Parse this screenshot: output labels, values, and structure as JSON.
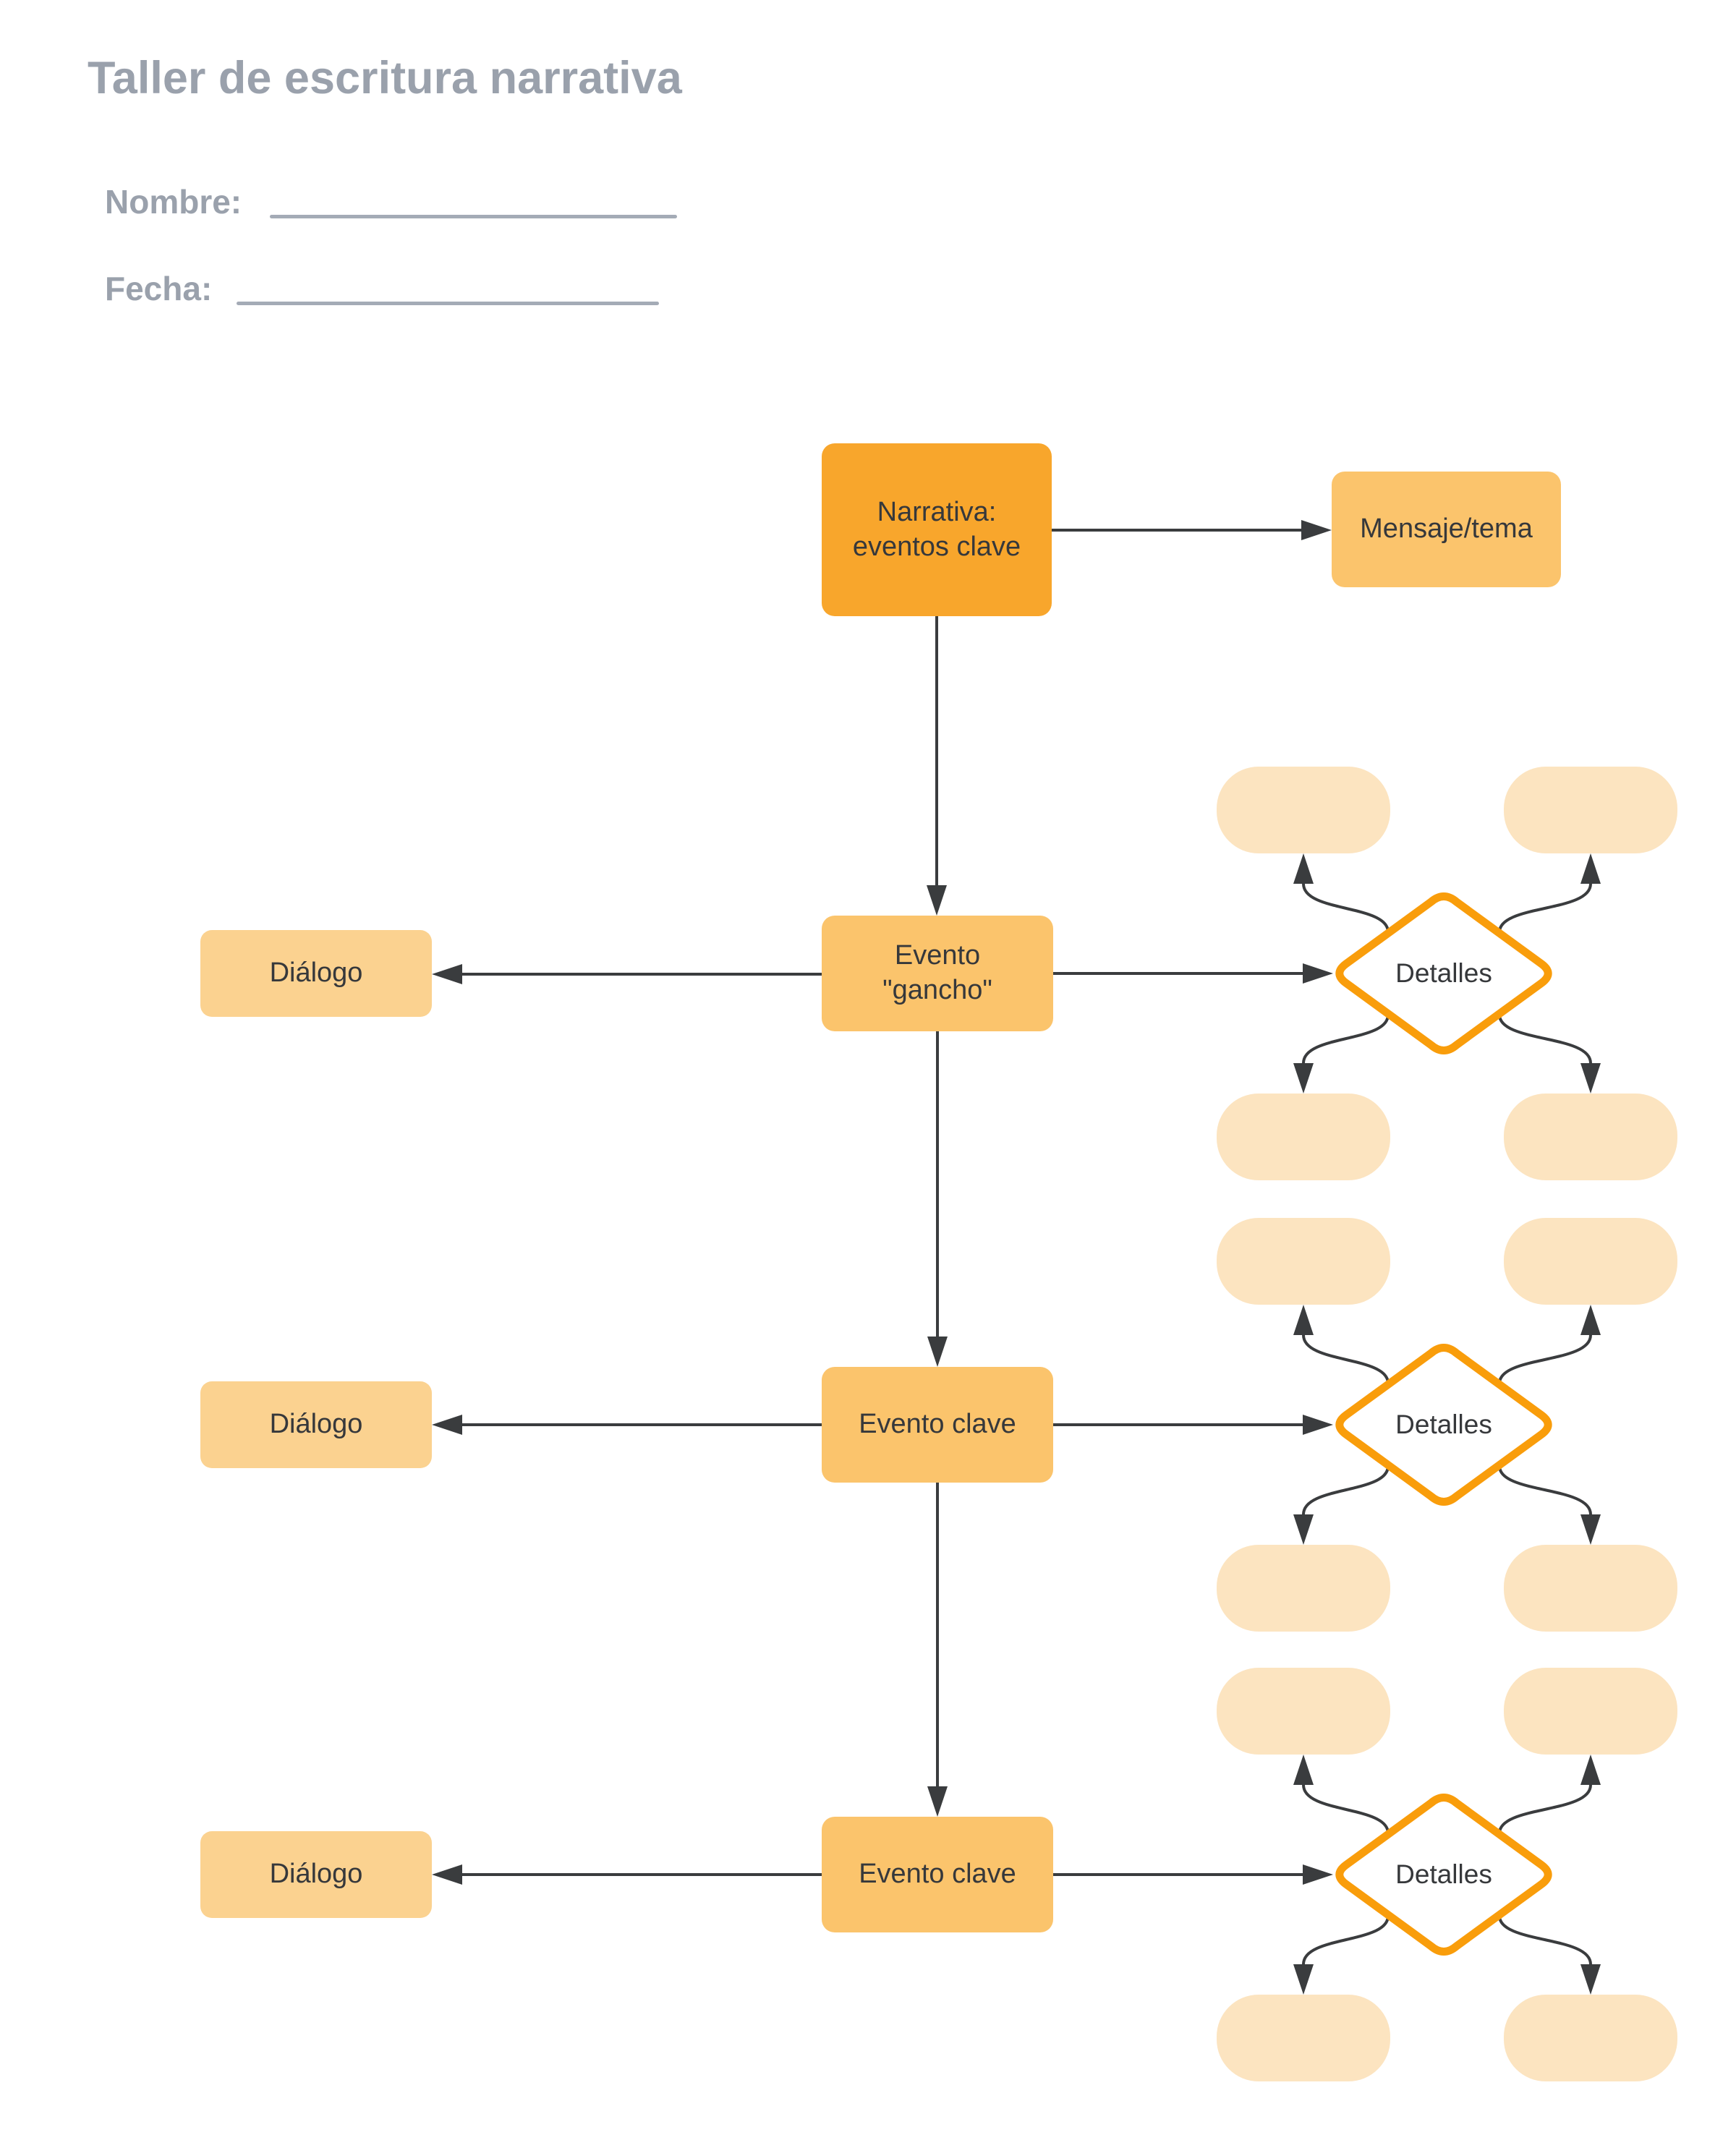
{
  "header": {
    "title": "Taller de escritura narrativa",
    "name_label": "Nombre:",
    "date_label": "Fecha:"
  },
  "diagram": {
    "narrativa_line1": "Narrativa:",
    "narrativa_line2": "eventos clave",
    "mensaje_label": "Mensaje/tema",
    "gancho_line1": "Evento",
    "gancho_line2": "\"gancho\"",
    "clave1_label": "Evento clave",
    "clave2_label": "Evento clave",
    "dialogo1_label": "Diálogo",
    "dialogo2_label": "Diálogo",
    "dialogo3_label": "Diálogo",
    "detalles1_label": "Detalles",
    "detalles2_label": "Detalles",
    "detalles3_label": "Detalles"
  },
  "colors": {
    "root_fill": "#F8A62C",
    "event_fill": "#FBC46C",
    "dialog_fill": "#FBD290",
    "pill_fill": "#FCE4C0",
    "diamond_stroke": "#F99D0B",
    "connector": "#3A3C3E",
    "heading_gray": "#9AA1AC",
    "line_gray": "#A4ABB6"
  }
}
